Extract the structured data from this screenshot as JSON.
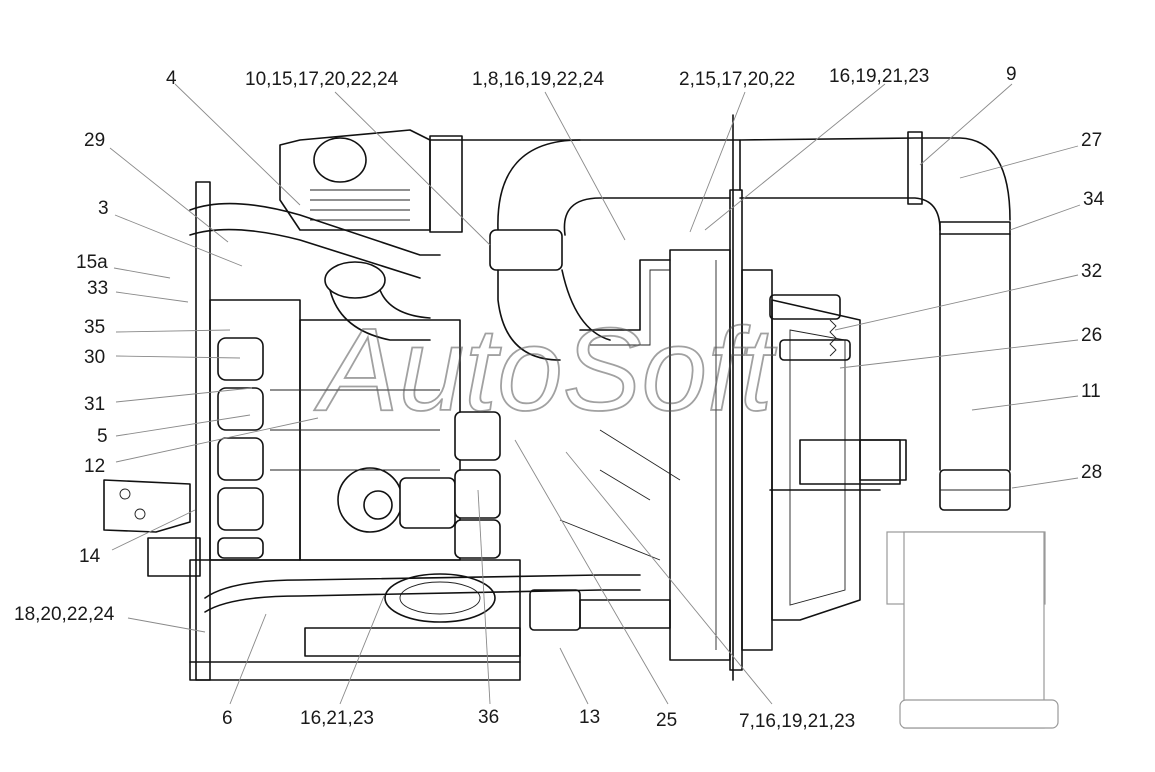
{
  "diagram": {
    "watermark": "AutoSoft",
    "callouts": [
      {
        "id": "c-4",
        "text": "4"
      },
      {
        "id": "c-10",
        "text": "10,15,17,20,22,24"
      },
      {
        "id": "c-1",
        "text": "1,8,16,19,22,24"
      },
      {
        "id": "c-2",
        "text": "2,15,17,20,22"
      },
      {
        "id": "c-16a",
        "text": "16,19,21,23"
      },
      {
        "id": "c-9",
        "text": "9"
      },
      {
        "id": "c-29",
        "text": "29"
      },
      {
        "id": "c-27",
        "text": "27"
      },
      {
        "id": "c-34",
        "text": "34"
      },
      {
        "id": "c-3",
        "text": "3"
      },
      {
        "id": "c-15a",
        "text": "15a"
      },
      {
        "id": "c-33",
        "text": "33"
      },
      {
        "id": "c-32",
        "text": "32"
      },
      {
        "id": "c-35",
        "text": "35"
      },
      {
        "id": "c-26",
        "text": "26"
      },
      {
        "id": "c-30",
        "text": "30"
      },
      {
        "id": "c-11",
        "text": "11"
      },
      {
        "id": "c-31",
        "text": "31"
      },
      {
        "id": "c-5",
        "text": "5"
      },
      {
        "id": "c-12",
        "text": "12"
      },
      {
        "id": "c-28",
        "text": "28"
      },
      {
        "id": "c-14",
        "text": "14"
      },
      {
        "id": "c-18",
        "text": "18,20,22,24"
      },
      {
        "id": "c-6",
        "text": "6"
      },
      {
        "id": "c-16b",
        "text": "16,21,23"
      },
      {
        "id": "c-36",
        "text": "36"
      },
      {
        "id": "c-13",
        "text": "13"
      },
      {
        "id": "c-25",
        "text": "25"
      },
      {
        "id": "c-7",
        "text": "7,16,19,21,23"
      }
    ]
  }
}
